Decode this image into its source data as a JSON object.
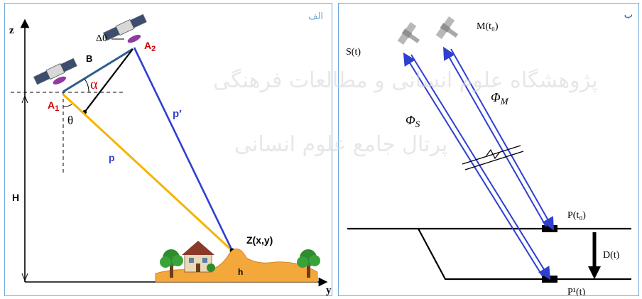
{
  "panel_a": {
    "corner_label": "الف",
    "axis_z": "z",
    "axis_y": "y",
    "label_delta_theta": "Δθ",
    "label_a2": "A",
    "label_a2_sub": "2",
    "label_a1": "A",
    "label_a1_sub": "1",
    "label_b": "B",
    "label_alpha": "α",
    "label_theta": "θ",
    "label_p": "p",
    "label_p_prime": "p′",
    "label_h_height": "H",
    "label_target": "Z(x,y)",
    "label_h_small": "h"
  },
  "panel_b": {
    "corner_label": "ب",
    "label_s": "S(t)",
    "label_m": "M(t₀)",
    "label_phi_m": "Φ",
    "label_phi_m_sub": "M",
    "label_phi_s": "Φ",
    "label_phi_s_sub": "S",
    "label_p_t0": "P(t₀)",
    "label_d": "D(t)",
    "label_p1": "P¹(t)"
  },
  "watermark": {
    "line1": "پژوهشگاه علوم انسانی و مطالعات فرهنگی",
    "line2": "پرتال جامع علوم انسانی"
  },
  "colors": {
    "border": "#6fa8dc",
    "ray_blue": "#2f3fd0",
    "baseline": "#2e5d8e",
    "yellow_ray": "#f4b400",
    "ground": "#f4a73a",
    "alpha_red": "#cc0000"
  }
}
